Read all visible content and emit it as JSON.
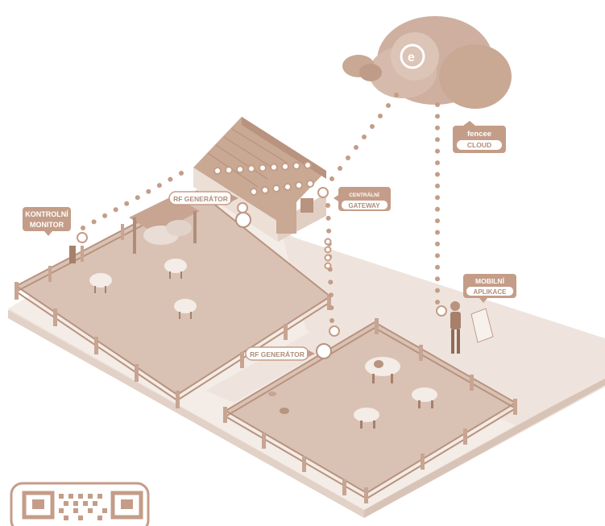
{
  "labels": {
    "kontrolni_monitor": [
      "KONTROLNÍ",
      "MONITOR"
    ],
    "rf_generator_top": "RF GENERÁTOR",
    "centralni_gateway": [
      "CENTRÁLNÍ",
      "GATEWAY"
    ],
    "fencee_cloud": [
      "fencee",
      "CLOUD"
    ],
    "mobilni_aplikace": [
      "MOBILNÍ",
      "APLIKACE"
    ],
    "rf_generator_bottom": "RF GENERÁTOR"
  },
  "colors": {
    "background": "#ffffff",
    "ground_light": "#f3ebe6",
    "ground_mid": "#e6d6cc",
    "paddock": "#d9c1b3",
    "accent": "#c49d88",
    "dark": "#a6806b",
    "label_fill": "#c49d88"
  },
  "icons": [
    "cloud-icon",
    "barn-icon",
    "sheep-icon",
    "cow-icon",
    "chicken-icon",
    "farmer-icon",
    "qr-code-icon",
    "wifi-icon"
  ]
}
